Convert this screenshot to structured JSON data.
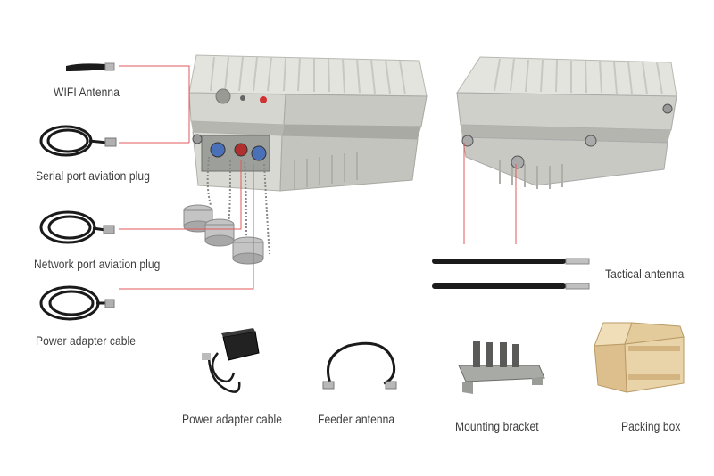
{
  "labels": {
    "wifi_antenna": "WIFI Antenna",
    "serial_plug": "Serial port aviation plug",
    "network_plug": "Network port aviation plug",
    "power_cable_left": "Power adapter cable",
    "tactical_antenna": "Tactical antenna",
    "power_cable_bottom": "Power adapter cable",
    "feeder_antenna": "Feeder antenna",
    "mounting_bracket": "Mounting bracket",
    "packing_box": "Packing box"
  },
  "colors": {
    "leader_line": "#e05a5a",
    "enclosure": "#dcdcd6",
    "enclosure_shade": "#bfc0ba",
    "cable": "#1a1a1a",
    "box": "#e8cfa3"
  },
  "icons": {
    "wifi_antenna": "rubber-duck-antenna",
    "cable": "coiled-cable",
    "adapter": "power-brick",
    "bracket": "metal-bracket",
    "box": "wooden-crate",
    "enclosure": "outdoor-device-enclosure"
  }
}
